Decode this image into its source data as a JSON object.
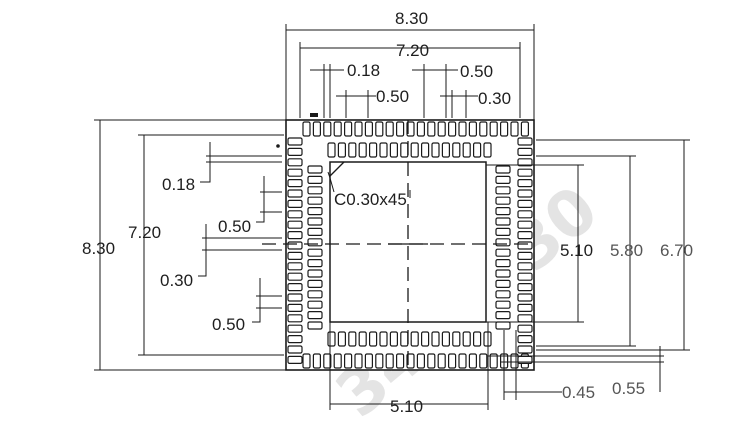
{
  "drawing": {
    "watermark": "34 10-30",
    "package_width_label": "8.30",
    "pin_span_label": "7.20",
    "pad_width_label": "0.18",
    "pitch_label": "0.50",
    "pad_gap_label": "0.30",
    "chamfer_label": "C0.30x45",
    "epad_label": "5.10",
    "land_length_label": "5.80",
    "outer_land_label": "6.70",
    "pad_extension_label": "0.45",
    "land_offset_label": "0.55",
    "left_width_label": "8.30",
    "left_span_label": "7.20",
    "left_pad_width_label": "0.18",
    "left_pitch_label": "0.50",
    "left_gap_label": "0.30",
    "left_pitch2_label": "0.50",
    "bottom_epad_label": "5.10"
  }
}
